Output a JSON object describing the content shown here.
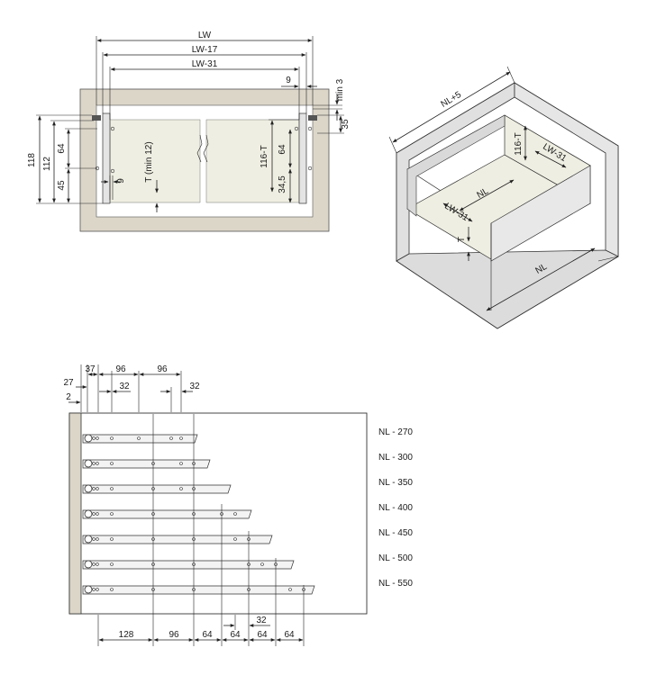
{
  "front_view": {
    "dims": {
      "lw": "LW",
      "lw17": "LW-17",
      "lw31": "LW-31",
      "nine_top": "9",
      "min3": "min 3",
      "d35": "35",
      "d118": "118",
      "d112": "112",
      "d64_left": "64",
      "d45": "45",
      "d9_bottom": "9",
      "t_min12": "T (min 12)",
      "d116t": "116-T",
      "d64_right": "64",
      "d34_5": "34,5"
    }
  },
  "iso_view": {
    "dims": {
      "nl5": "NL+5",
      "d116t": "116-T",
      "lw31_back": "LW-31",
      "nl_inner": "NL",
      "lw31_front": "LW-31",
      "t": "T",
      "nl": "NL"
    }
  },
  "rail_view": {
    "top_dims": {
      "d37": "37",
      "d96_a": "96",
      "d96_b": "96",
      "d27": "27",
      "d32_a": "32",
      "d32_b": "32",
      "d2": "2"
    },
    "rails": [
      {
        "label": "NL - 270"
      },
      {
        "label": "NL - 300"
      },
      {
        "label": "NL - 350"
      },
      {
        "label": "NL - 400"
      },
      {
        "label": "NL - 450"
      },
      {
        "label": "NL - 500"
      },
      {
        "label": "NL - 550"
      }
    ],
    "bottom_dims": {
      "d32": "32",
      "d128": "128",
      "d96": "96",
      "d64_a": "64",
      "d64_b": "64",
      "d64_c": "64",
      "d64_d": "64"
    }
  },
  "colors": {
    "panel": "#dcd6c9",
    "drawer": "#efeee2",
    "wall": "#d9d9d9",
    "line": "#222222"
  }
}
